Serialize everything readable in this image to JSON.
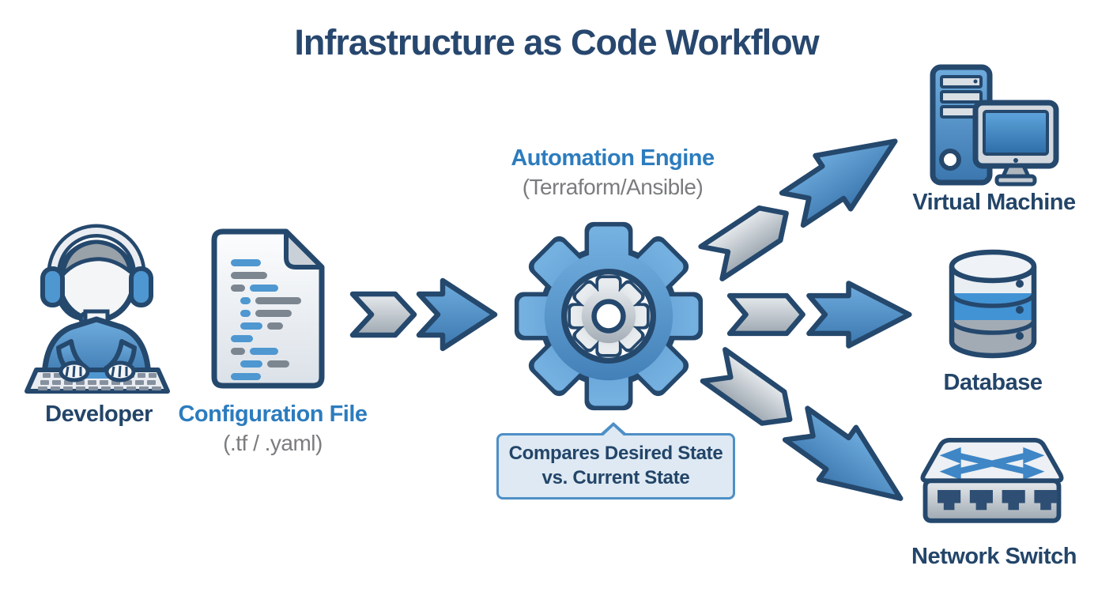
{
  "title": "Infrastructure as Code Workflow",
  "nodes": {
    "developer": {
      "label": "Developer"
    },
    "config_file": {
      "label": "Configuration File",
      "sublabel": "(.tf / .yaml)"
    },
    "automation_engine": {
      "label": "Automation Engine",
      "sublabel": "(Terraform/Ansible)"
    },
    "virtual_machine": {
      "label": "Virtual Machine"
    },
    "database": {
      "label": "Database"
    },
    "network_switch": {
      "label": "Network Switch"
    }
  },
  "callout": {
    "line1": "Compares Desired State",
    "line2": "vs. Current State"
  },
  "icons": {
    "developer": "developer-headset-icon",
    "config_file": "document-code-icon",
    "automation_engine": "gear-icon",
    "virtual_machine": "computer-tower-monitor-icon",
    "database": "database-cylinder-icon",
    "network_switch": "network-switch-icon",
    "flow": "flow-arrow-icon"
  },
  "colors": {
    "outline_navy": "#25486D",
    "text_navy": "#234569",
    "accent_blue": "#2C7CBE",
    "text_gray": "#7A7C7E",
    "fill_blue": "#4E97D1",
    "fill_gray": "#B6BEC6",
    "callout_bg": "#DEE9F3",
    "callout_border": "#4E8FC6",
    "background": "#FFFFFF"
  }
}
